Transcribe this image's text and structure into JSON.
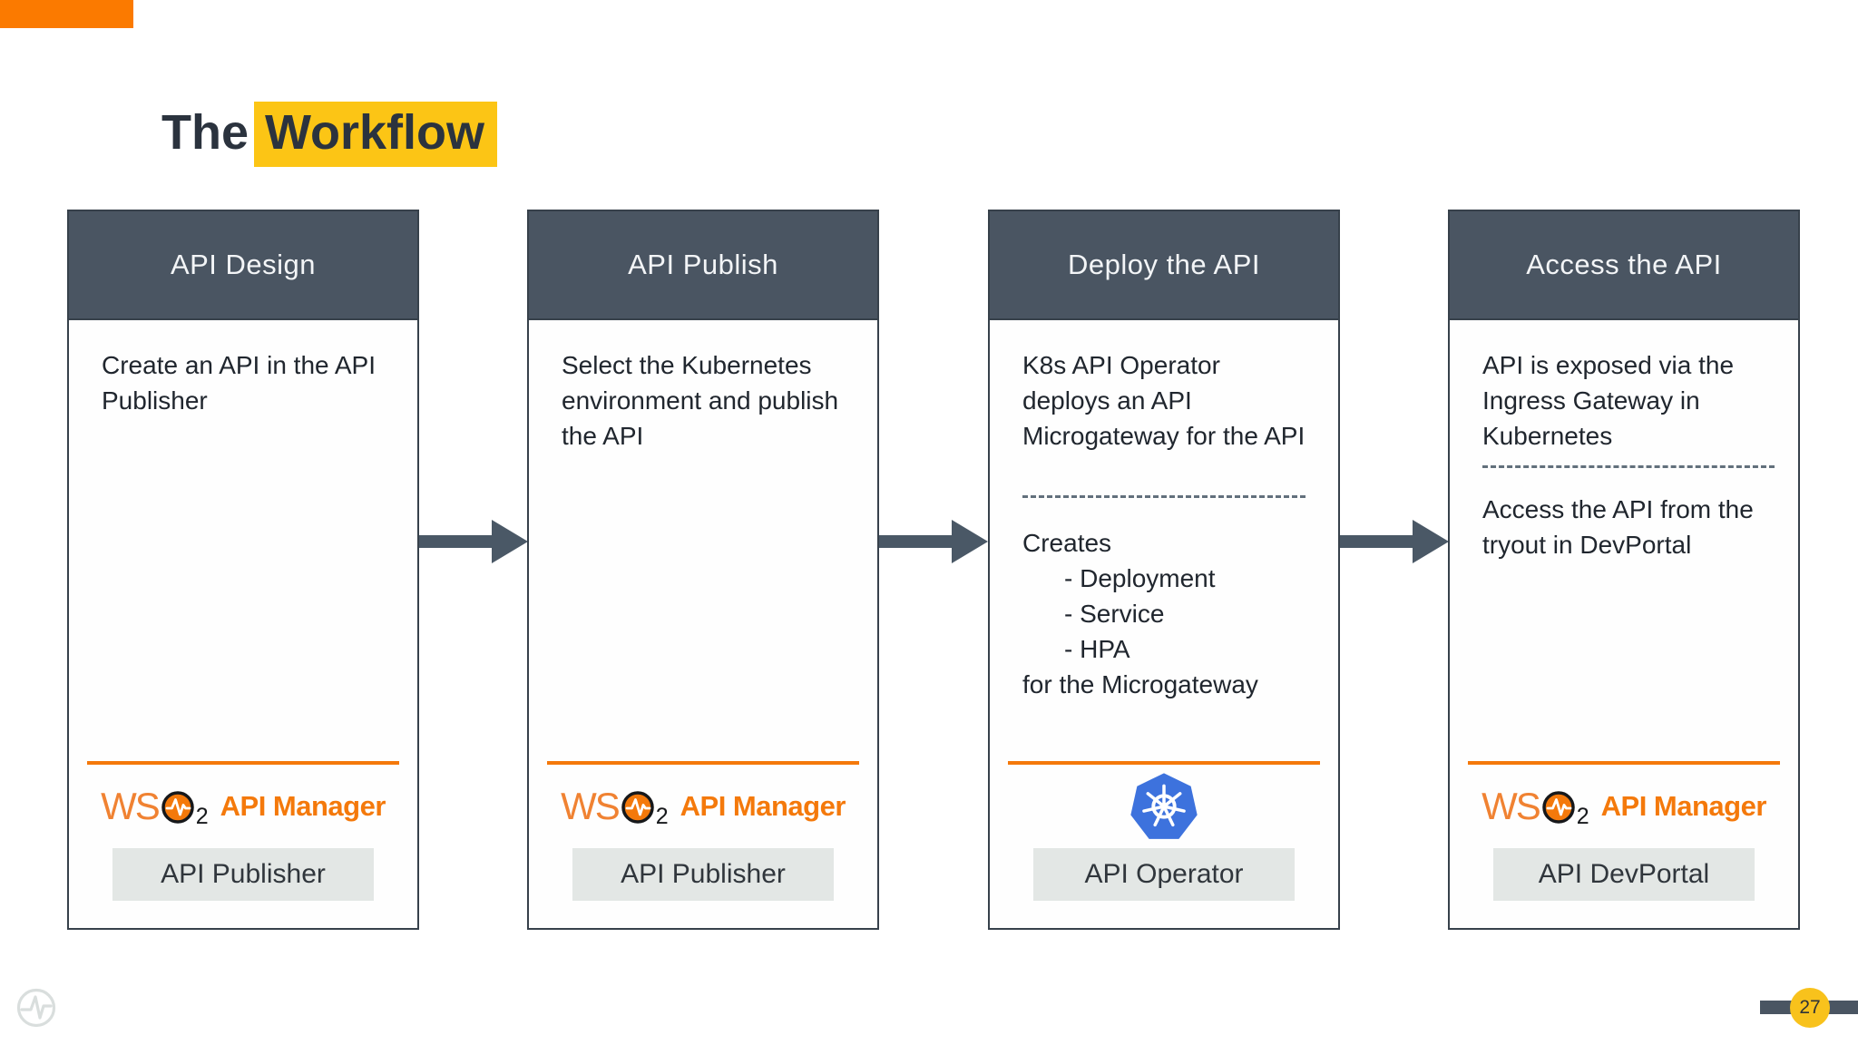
{
  "title": {
    "prefix": "The",
    "highlight": "Workflow"
  },
  "page": {
    "number": "27"
  },
  "branding": {
    "wso2_ws": "WS",
    "wso2_sub": "2",
    "wso2_product": "API Manager"
  },
  "icons": {
    "wso2_o": "pulse-in-circle-icon",
    "kubernetes": "kubernetes-wheel-icon",
    "watermark": "wso2-pulse-outline-icon"
  },
  "colors": {
    "accent_orange": "#f4790b",
    "top_bar_orange": "#fb7a00",
    "highlight_yellow": "#fcc515",
    "page_badge_yellow": "#f8c21c",
    "header_slate": "#4a5562",
    "arrow_slate": "#4a5866",
    "kubernetes_blue": "#3d72dd",
    "button_gray": "#e3e7e5"
  },
  "cards": [
    {
      "header": "API Design",
      "body_top": "Create an API in the API Publisher",
      "button": "API Publisher"
    },
    {
      "header": "API Publish",
      "body_top": "Select the Kubernetes environment and publish the API",
      "button": "API Publisher"
    },
    {
      "header": "Deploy the API",
      "body_top": "K8s API Operator deploys an API Microgateway for the API",
      "creates": {
        "label": "Creates",
        "items": [
          "- Deployment",
          "- Service",
          "- HPA"
        ],
        "suffix": "for the Microgateway"
      },
      "button": "API Operator"
    },
    {
      "header": "Access the API",
      "body_top": "API is exposed via the Ingress Gateway in Kubernetes",
      "body_bottom": "Access the API from the tryout in DevPortal",
      "button": "API DevPortal"
    }
  ]
}
